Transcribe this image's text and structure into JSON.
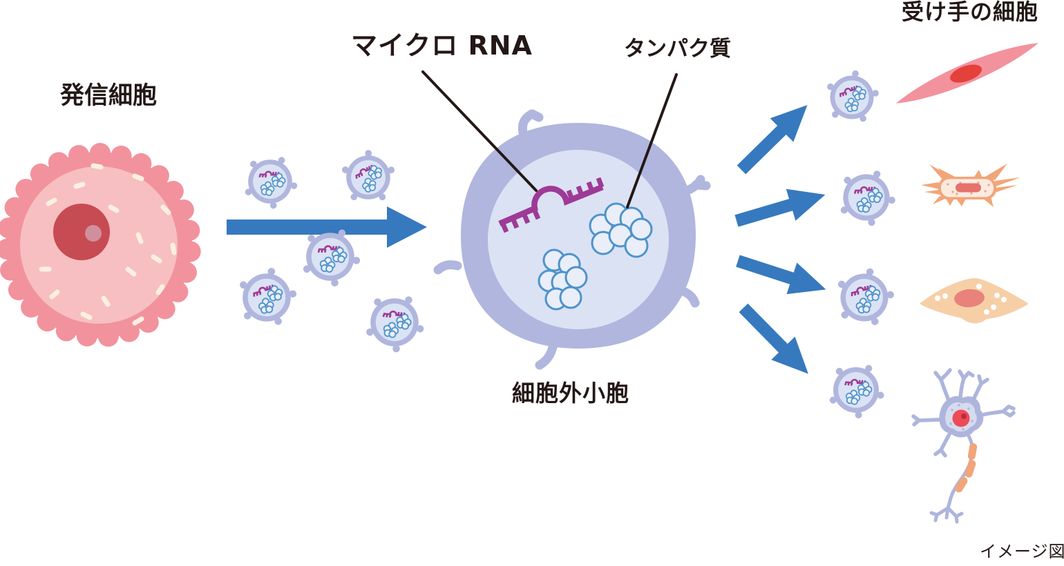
{
  "labels": {
    "sender_cell": "発信細胞",
    "micro_rna": "マイクロ RNA",
    "protein": "タンパク質",
    "extracellular_vesicle": "細胞外小胞",
    "receiver_cells": "受け手の細胞",
    "caption": "イメージ図"
  },
  "flow": {
    "from": "発信細胞",
    "via": "細胞外小胞",
    "to": "受け手の細胞",
    "vesicle_contents": [
      "マイクロ RNA",
      "タンパク質"
    ],
    "receiver_cell_icons": [
      "spindle-cell-icon",
      "star-cell-icon",
      "flat-cell-icon",
      "neuron-icon"
    ],
    "small_vesicle_count_left": 5,
    "small_vesicle_count_right": 4,
    "arrow_count_right": 4
  },
  "colors": {
    "text": "#231815",
    "pointer_line": "#231815",
    "arrow_blue": "#3779BE",
    "sender_membrane": "#F2929D",
    "sender_cytoplasm": "#F7BFC1",
    "sender_nucleus": "#C74B52",
    "sender_nucleolus": "#D18F9D",
    "sender_speckle": "#FBF0E0",
    "vesicle_membrane": "#B0B6DD",
    "vesicle_lumen": "#DBE2F4",
    "micro_rna_purple": "#9E3A95",
    "protein_outline": "#4D93CC",
    "protein_fill": "#EAEEF8",
    "spindle_cell_body": "#F2929D",
    "spindle_cell_nucleus": "#E5413B",
    "star_cell_body": "#F2A578",
    "star_cell_inner": "#FBEAE0",
    "star_cell_nucleus": "#E5726B",
    "flat_cell_body": "#F6CFA7",
    "flat_cell_nucleus": "#E8827B",
    "neuron_body": "#AEB5DC",
    "neuron_soma_inner": "#D6DBEE",
    "neuron_nucleus": "#ED4B57",
    "neuron_nucleolus": "#BE2A3D",
    "myelin_orange": "#F2A578"
  }
}
